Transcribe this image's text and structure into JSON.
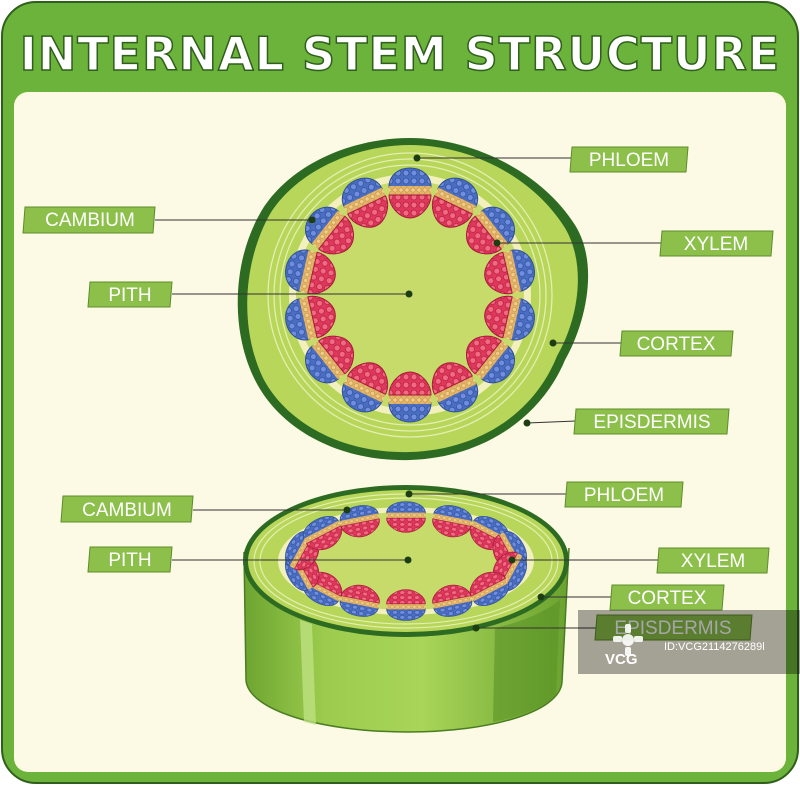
{
  "title": "INTERNAL STEM STRUCTURE",
  "colors": {
    "frame_green": "#6bb33a",
    "frame_dark": "#2f5e1d",
    "background": "#fcf9e4",
    "label_bg": "#8cc04a",
    "pith": "#c7db6a",
    "cortex": "#b7d65a",
    "epidermis": "#2d6b22",
    "xylem": "#e0385a",
    "phloem": "#4a6fc2",
    "cambium": "#e3b56a"
  },
  "top_view": {
    "labels": {
      "phloem": "PHLOEM",
      "cambium": "CAMBIUM",
      "xylem": "XYLEM",
      "pith": "PITH",
      "cortex": "CORTEX",
      "epidermis": "EPISDERMIS"
    }
  },
  "bottom_view": {
    "labels": {
      "phloem": "PHLOEM",
      "cambium": "CAMBIUM",
      "xylem": "XYLEM",
      "pith": "PITH",
      "cortex": "CORTEX",
      "epidermis": "EPISDERMIS"
    }
  },
  "watermark": {
    "brand": "VCG",
    "id_text": "ID:VCG2114276289l"
  }
}
